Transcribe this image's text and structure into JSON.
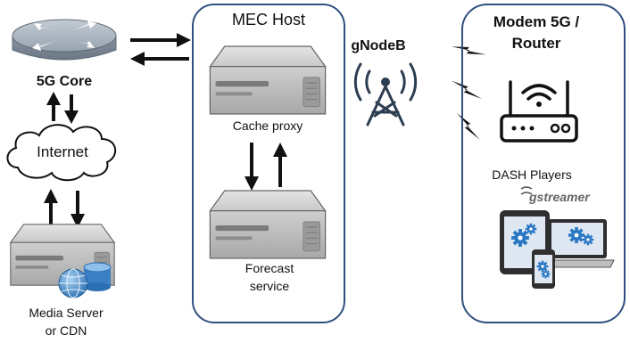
{
  "labels": {
    "core": "5G Core",
    "internet": "Internet",
    "media_server_line1": "Media Server",
    "media_server_line2": "or CDN",
    "mec_host": "MEC Host",
    "cache_proxy": "Cache proxy",
    "forecast_line1": "Forecast",
    "forecast_line2": "service",
    "gnodeb": "gNodeB",
    "modem_line1": "Modem 5G /",
    "modem_line2": "Router",
    "dash_players": "DASH Players",
    "gstreamer": "gstreamer"
  },
  "colors": {
    "box_border": "#2f4f80",
    "router_body": "#8a96a3",
    "server_body": "#b5b5b5",
    "gear": "#2b78c4",
    "tablet_screen": "#dfe8f2"
  },
  "icons": [
    "router-icon",
    "cloud-icon",
    "server-icon",
    "globe-icon",
    "database-icon",
    "antenna-tower-icon",
    "lightning-bolt-icon",
    "wifi-router-icon",
    "tablet-icon",
    "laptop-icon",
    "phone-icon",
    "gear-icon"
  ]
}
